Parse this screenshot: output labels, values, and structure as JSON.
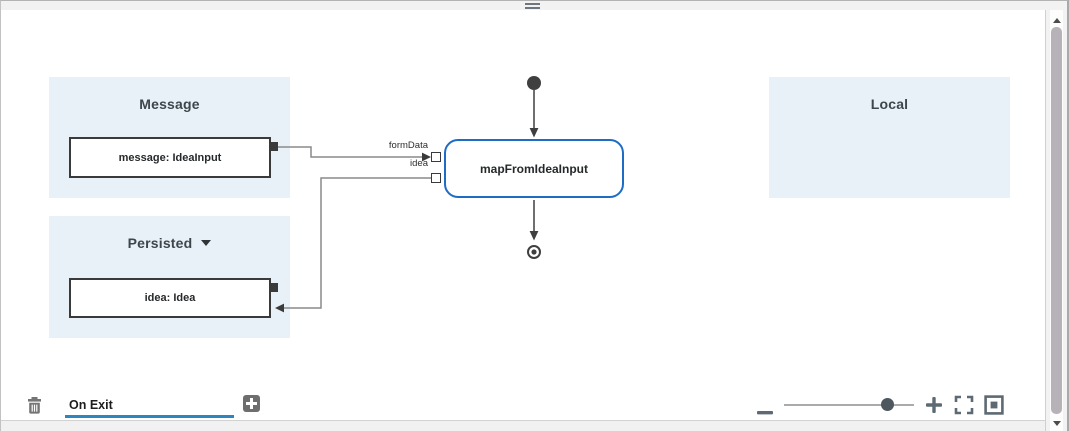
{
  "canvas": {
    "panels": [
      {
        "title": "Message"
      },
      {
        "title": "Persisted",
        "has_dropdown": true
      },
      {
        "title": "Local"
      }
    ],
    "nodes": {
      "message": {
        "label": "message: IdeaInput"
      },
      "idea": {
        "label": "idea: Idea"
      },
      "mapper": {
        "label": "mapFromIdeaInput",
        "selected": true
      }
    },
    "port_labels": {
      "form_data": "formData",
      "idea": "idea"
    }
  },
  "footer": {
    "name_input": {
      "value": "On Exit"
    }
  },
  "icons": {
    "drag_handle": "drag-handle-icon",
    "persisted_dropdown": "caret-down-icon",
    "delete": "trash-icon",
    "add_transition": "plus-icon",
    "zoom_out": "minus-icon",
    "zoom_in": "plus-icon",
    "fullscreen": "fullscreen-icon",
    "overview": "overview-icon",
    "scroll_up": "arrow-up-icon",
    "scroll_down": "arrow-down-icon"
  },
  "colors": {
    "panel_bg": "#e8f1f8",
    "selected_node_border": "#1f6cc5",
    "underline_accent": "#2e86c1",
    "control_gray": "#5d6a73",
    "wire_gray": "#8a8a8a",
    "dark_ink": "#3a3a3a"
  }
}
